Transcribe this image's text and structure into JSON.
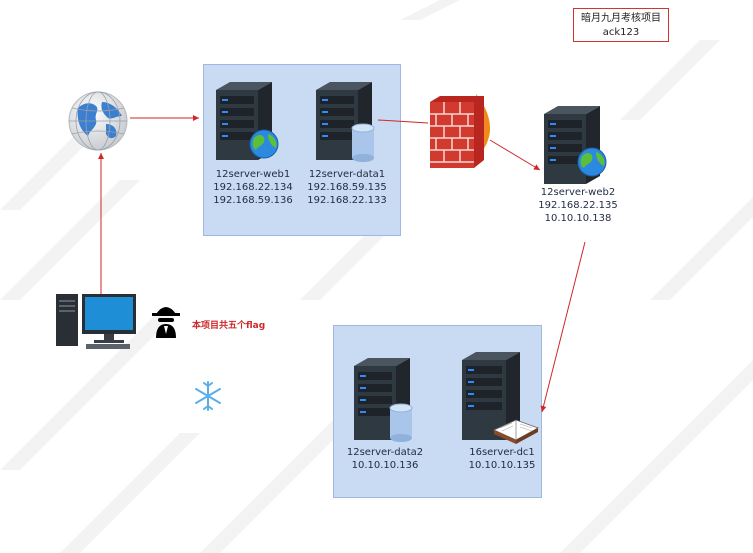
{
  "title": {
    "line1": "暗月九月考核项目",
    "line2": "ack123"
  },
  "note": "本项目共五个flag",
  "nodes": {
    "web1": {
      "name": "12server-web1",
      "ip1": "192.168.22.134",
      "ip2": "192.168.59.136"
    },
    "data1": {
      "name": "12server-data1",
      "ip1": "192.168.59.135",
      "ip2": "192.168.22.133"
    },
    "web2": {
      "name": "12server-web2",
      "ip1": "192.168.22.135",
      "ip2": "10.10.10.138"
    },
    "data2": {
      "name": "12server-data2",
      "ip1": "10.10.10.136"
    },
    "dc1": {
      "name": "16server-dc1",
      "ip1": "10.10.10.135"
    }
  },
  "icons": {
    "internet": "globe-icon",
    "attacker_pc": "desktop-computer-icon",
    "hacker": "hacker-icon",
    "firewall": "firewall-icon",
    "snowflake": "snowflake-icon",
    "server": "server-tower-icon",
    "database": "database-icon",
    "book": "open-book-icon"
  },
  "colors": {
    "zone_fill": "#c9daf3",
    "link": "#d0262a",
    "title_border": "#d0352f"
  }
}
